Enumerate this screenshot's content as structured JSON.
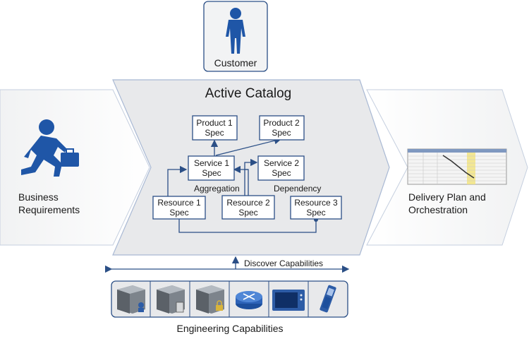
{
  "customer": {
    "label": "Customer"
  },
  "catalog": {
    "title": "Active Catalog"
  },
  "left_panel": {
    "line1": "Business",
    "line2": "Requirements"
  },
  "right_panel": {
    "line1": "Delivery Plan and",
    "line2": "Orchestration"
  },
  "nodes": {
    "product1": {
      "line1": "Product 1",
      "line2": "Spec"
    },
    "product2": {
      "line1": "Product 2",
      "line2": "Spec"
    },
    "service1": {
      "line1": "Service 1",
      "line2": "Spec"
    },
    "service2": {
      "line1": "Service 2",
      "line2": "Spec"
    },
    "resource1": {
      "line1": "Resource 1",
      "line2": "Spec"
    },
    "resource2": {
      "line1": "Resource 2",
      "line2": "Spec"
    },
    "resource3": {
      "line1": "Resource 3",
      "line2": "Spec"
    }
  },
  "labels": {
    "aggregation": "Aggregation",
    "dependency": "Dependency",
    "discover": "Discover Capabilities",
    "engineering": "Engineering Capabilities"
  },
  "icons": [
    "server-user-icon",
    "server-disk-icon",
    "server-lock-icon",
    "router-icon",
    "monitor-icon",
    "handheld-device-icon"
  ],
  "colors": {
    "accent": "#2b4f86",
    "panel": "#e8e9eb",
    "panel_border": "#a9b9d4"
  }
}
